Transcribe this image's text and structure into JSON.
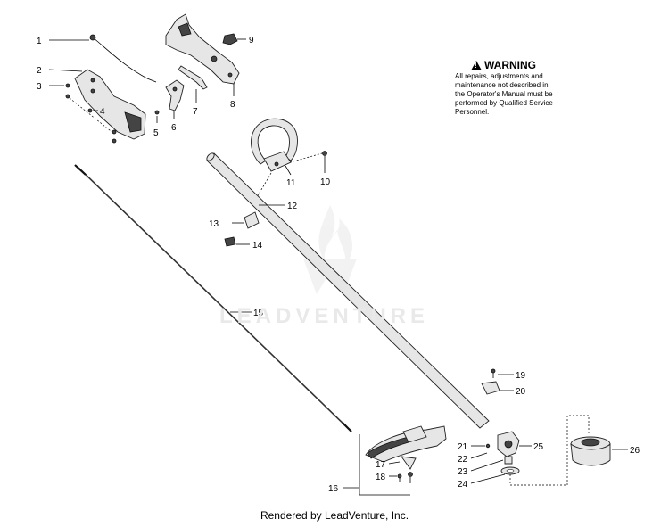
{
  "warning": {
    "title": "WARNING",
    "lines": [
      "All repairs, adjustments and",
      "maintenance not described in",
      "the Operator's Manual must be",
      "performed by Qualified Service",
      "Personnel."
    ]
  },
  "watermark": "LEADVENTURE",
  "footer": "Rendered by LeadVenture, Inc.",
  "callouts": [
    "1",
    "2",
    "3",
    "4",
    "5",
    "6",
    "7",
    "8",
    "9",
    "10",
    "11",
    "12",
    "13",
    "14",
    "15",
    "16",
    "17",
    "18",
    "19",
    "20",
    "21",
    "22",
    "23",
    "24",
    "25",
    "26"
  ]
}
